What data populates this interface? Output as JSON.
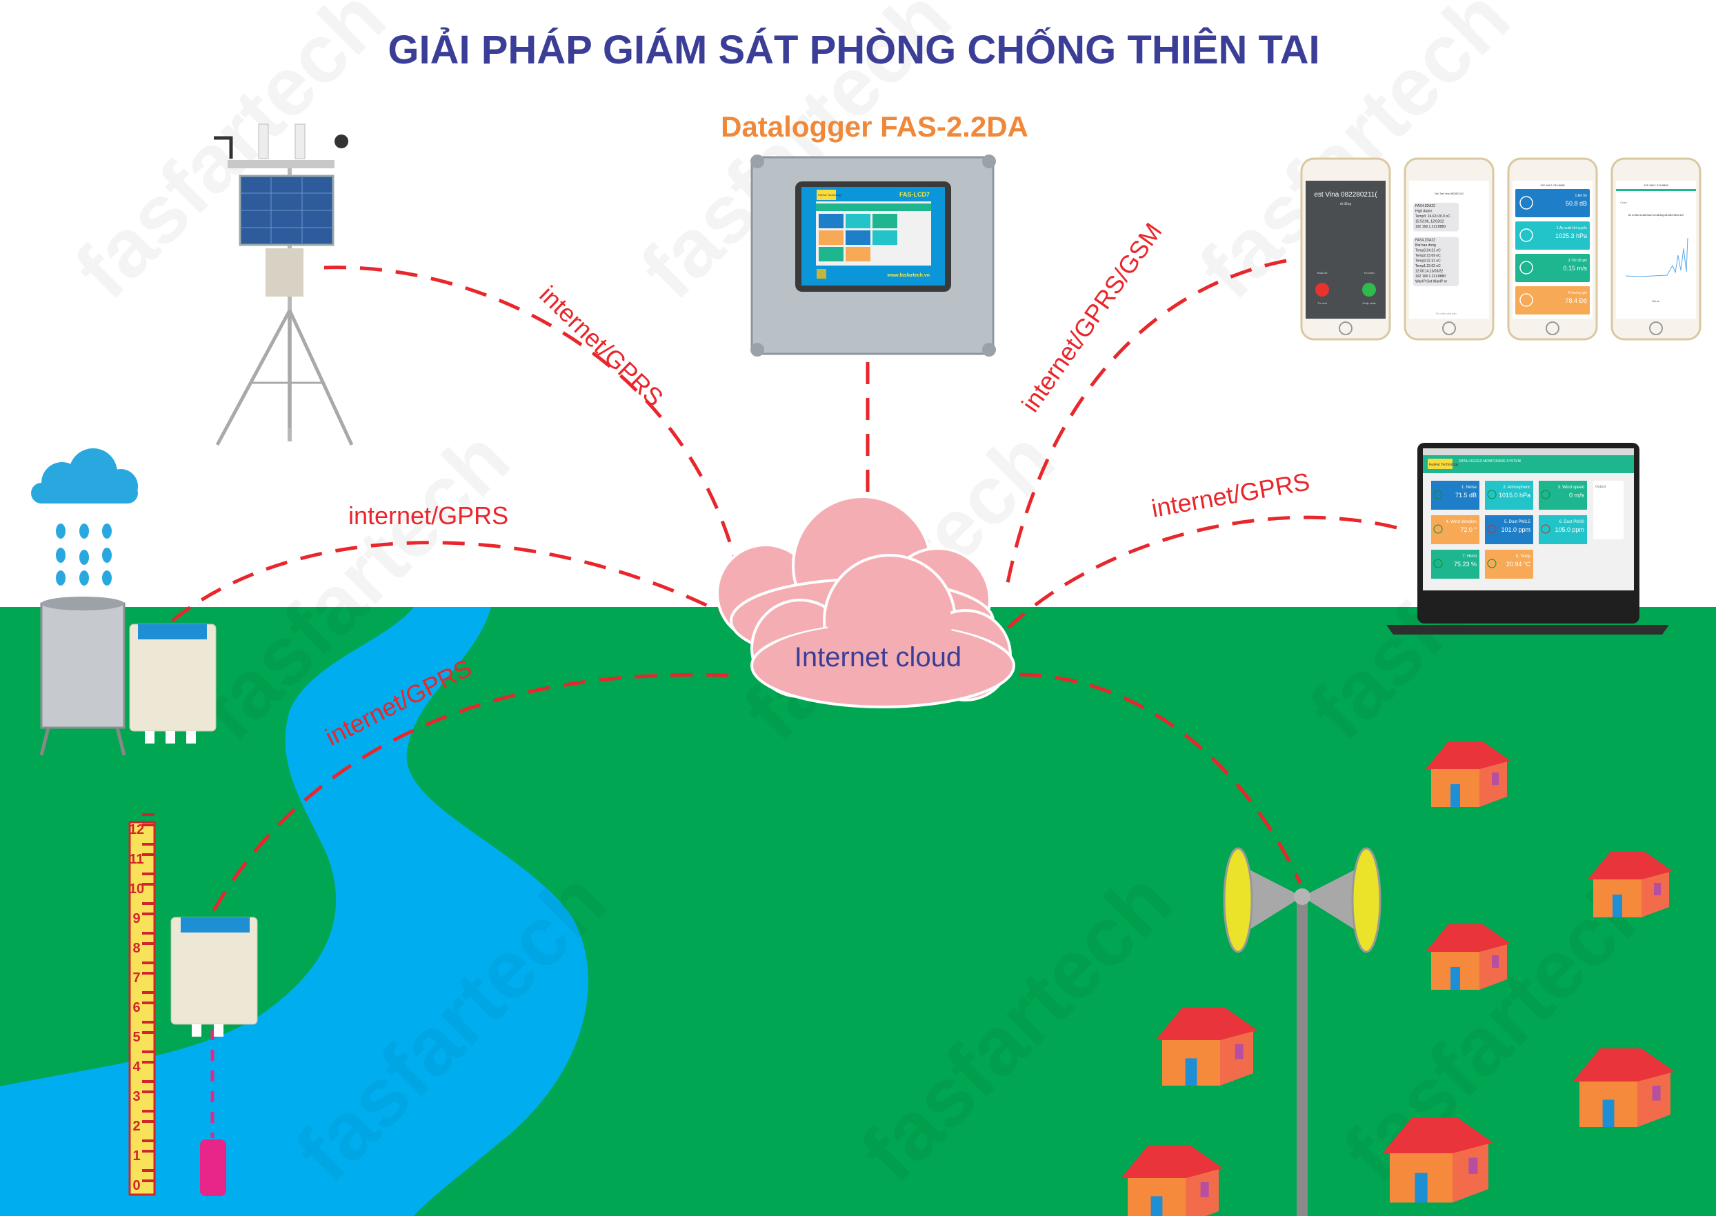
{
  "title": "GIẢI PHÁP GIÁM SÁT PHÒNG CHỐNG THIÊN TAI",
  "datalogger_label": "Datalogger FAS-2.2DA",
  "cloud_label": "Internet cloud",
  "links": {
    "weather_station": "internet/GPRS",
    "rain_gauge": "internet/GPRS",
    "water_level": "internet/GPRS",
    "phones": "internet/GPRS/GSM",
    "laptop": "internet/GPRS"
  },
  "watermark": "fasfartech",
  "colors": {
    "title": "#3B3E96",
    "datalogger_label": "#F0883A",
    "link": "#E8262B",
    "ground": "#00A651",
    "river": "#00AEEF",
    "cloud": "#F4AEB3",
    "house_roof": "#E8343A",
    "house_wall": "#F58A3C"
  },
  "lcd": {
    "brand": "FasFar Technology",
    "model": "FAS-LCD7",
    "website": "www.fasfartech.vn"
  },
  "laptop": {
    "brand": "FasFar Technology",
    "system_title": "DATALOGGER MONITORING SYSTEM",
    "output_title": "Output",
    "cards": [
      {
        "name": "1. Noise",
        "value": "71.5 dB",
        "color": "#1E7FC8",
        "ok": true
      },
      {
        "name": "2. Atmospheric",
        "value": "1015.0 hPa",
        "color": "#22C4C9",
        "ok": true
      },
      {
        "name": "3. Wind speed",
        "value": "0 m/s",
        "color": "#1DB68F",
        "ok": true
      },
      {
        "name": "4. Wind direction",
        "value": "72.0 °",
        "color": "#F8A955",
        "ok": true
      },
      {
        "name": "5. Dust PM2.5",
        "value": "101.0 ppm",
        "color": "#1E7FC8",
        "ok": false
      },
      {
        "name": "6. Dust PM10",
        "value": "105.0 ppm",
        "color": "#22C4C9",
        "ok": false
      },
      {
        "name": "7. Humi",
        "value": "75.23 %",
        "color": "#1DB68F",
        "ok": true
      },
      {
        "name": "8. Temp",
        "value": "20.94 °C",
        "color": "#F8A955",
        "ok": true
      }
    ]
  },
  "phones": {
    "call": {
      "caller": "est Vina 082280211(",
      "subtitle": "di động",
      "remind": "Nhắc tôi",
      "message": "Tin nhắn",
      "decline": "Từ chối",
      "accept": "Chấp nhận"
    },
    "sms": {
      "contact": "Sim Test Vina 0822802110",
      "messages": [
        [
          "FAS4.2DA22",
          "High Alarm",
          "Temp3: 24.62>20.0 oC",
          "15:53:06, 12/03/22",
          "192.168.1.211:8880"
        ],
        [
          "FAS4.2DA22",
          "Bat bao dong",
          "Temp3:24.31 oC",
          "Temp2:23.69 oC",
          "Temp3:22.31 oC",
          "Temp1:23.62 oC",
          "12:00:14,13/03/22",
          "192.168.1.211:8880",
          "WanIP:Get WanIP er"
        ]
      ],
      "input_placeholder": "Tin nhắn văn bản"
    },
    "dashboard": {
      "url": "192.168.1.215:8880",
      "cards": [
        {
          "name": "1.Độ ồn",
          "value": "50.8 dB",
          "color": "#1E7FC8"
        },
        {
          "name": "2.Áp suất khí quyển",
          "value": "1025.3 hPa",
          "color": "#22C4C9"
        },
        {
          "name": "3.Tốc độ gió",
          "value": "0.15 m/s",
          "color": "#1DB68F"
        },
        {
          "name": "4.Hướng gió",
          "value": "78.4 Độ",
          "color": "#F8A955"
        }
      ]
    },
    "chart": {
      "panel_title": "Chart",
      "summary": "Độ ồn Min:44.4dB Max:76.1dB Avg:48.0dB Entries:119",
      "legend": "Độ ồn"
    }
  },
  "staff_gauge_marks": [
    "0",
    "1",
    "2",
    "3",
    "4",
    "5",
    "6",
    "7",
    "8",
    "9",
    "10",
    "11",
    "12"
  ]
}
